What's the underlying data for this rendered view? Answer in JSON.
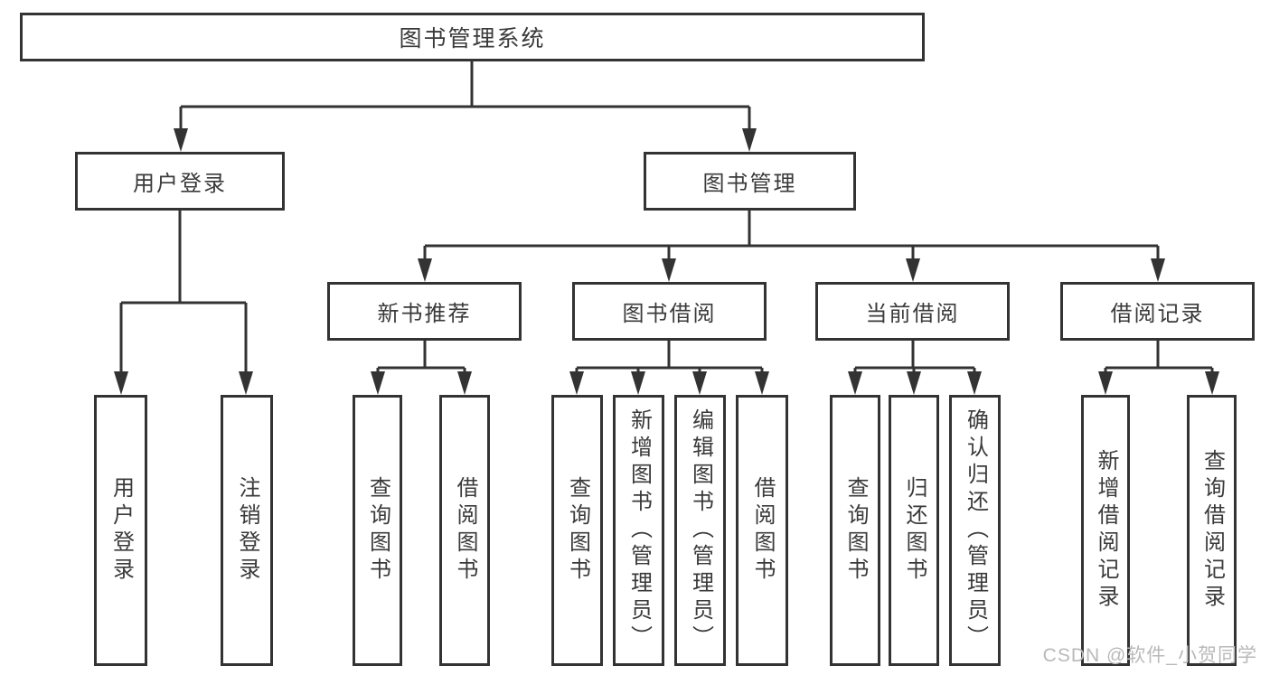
{
  "tree": {
    "root": {
      "label": "图书管理系统",
      "children": [
        {
          "label": "用户登录",
          "children": [
            {
              "label": "用户登录"
            },
            {
              "label": "注销登录"
            }
          ]
        },
        {
          "label": "图书管理",
          "children": [
            {
              "label": "新书推荐",
              "children": [
                {
                  "label": "查询图书"
                },
                {
                  "label": "借阅图书"
                }
              ]
            },
            {
              "label": "图书借阅",
              "children": [
                {
                  "label": "查询图书"
                },
                {
                  "label": "新增图书（管理员）"
                },
                {
                  "label": "编辑图书（管理员）"
                },
                {
                  "label": "借阅图书"
                }
              ]
            },
            {
              "label": "当前借阅",
              "children": [
                {
                  "label": "查询图书"
                },
                {
                  "label": "归还图书"
                },
                {
                  "label": "确认归还（管理员）"
                }
              ]
            },
            {
              "label": "借阅记录",
              "children": [
                {
                  "label": "新增借阅记录"
                },
                {
                  "label": "查询借阅记录"
                }
              ]
            }
          ]
        }
      ]
    }
  },
  "watermark": "CSDN @软件_小贺同学",
  "colors": {
    "line": "#333333",
    "text": "#3a3a3a",
    "watermark": "#b9b9b9",
    "background": "#ffffff"
  }
}
